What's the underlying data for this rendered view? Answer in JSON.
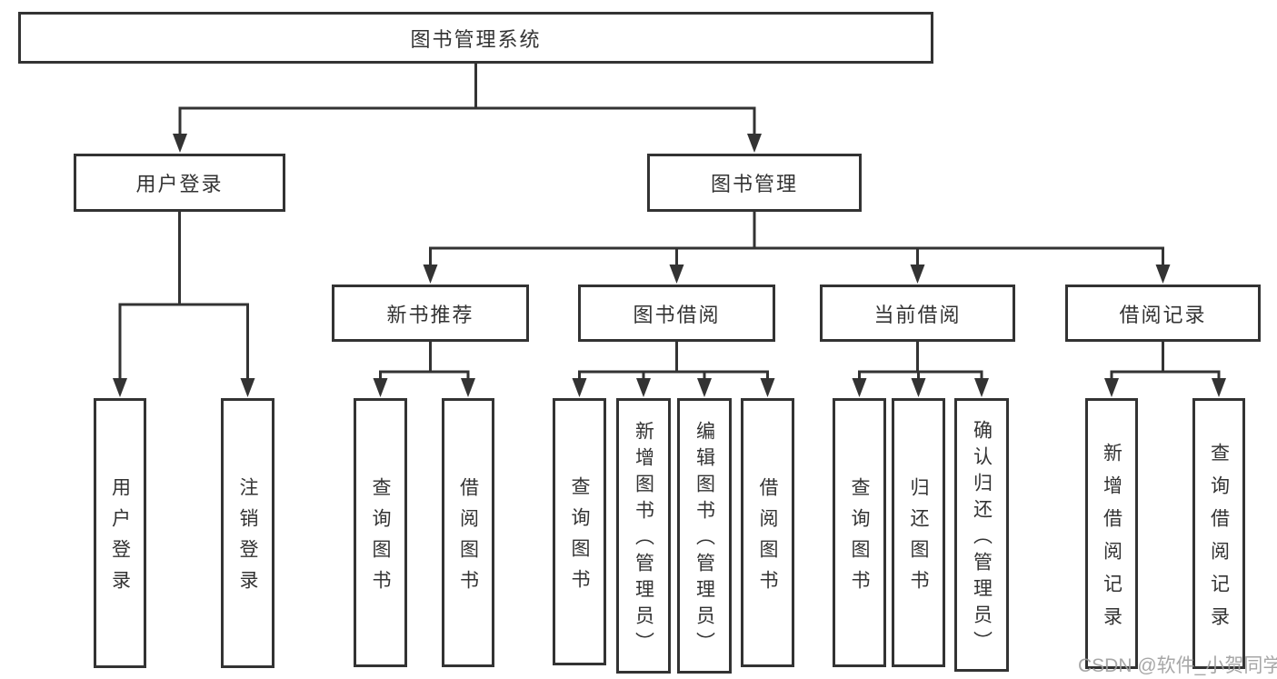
{
  "diagram_title": "图书管理系统",
  "nodes": {
    "root": "图书管理系统",
    "user_login": "用户登录",
    "book_management": "图书管理",
    "new_book_recommend": "新书推荐",
    "book_borrow": "图书借阅",
    "current_borrow": "当前借阅",
    "borrow_records": "借阅记录",
    "leaf_user_login": "用户登录",
    "leaf_logout": "注销登录",
    "leaf_nb_query": "查询图书",
    "leaf_nb_borrow": "借阅图书",
    "leaf_bb_query": "查询图书",
    "leaf_bb_add": "新增图书（管理员）",
    "leaf_bb_edit": "编辑图书（管理员）",
    "leaf_bb_borrow": "借阅图书",
    "leaf_cb_query": "查询图书",
    "leaf_cb_return": "归还图书",
    "leaf_cb_confirm": "确认归还（管理员）",
    "leaf_br_add": "新增借阅记录",
    "leaf_br_query": "查询借阅记录"
  },
  "hierarchy": {
    "图书管理系统": {
      "用户登录": [
        "用户登录",
        "注销登录"
      ],
      "图书管理": {
        "新书推荐": [
          "查询图书",
          "借阅图书"
        ],
        "图书借阅": [
          "查询图书",
          "新增图书（管理员）",
          "编辑图书（管理员）",
          "借阅图书"
        ],
        "当前借阅": [
          "查询图书",
          "归还图书",
          "确认归还（管理员）"
        ],
        "借阅记录": [
          "新增借阅记录",
          "查询借阅记录"
        ]
      }
    }
  },
  "watermark": "CSDN @软件_小贺同学",
  "colors": {
    "line": "#333333",
    "text": "#333333",
    "box_background": "#ffffff",
    "watermark": "#9e9e9e",
    "background": "#ffffff"
  }
}
